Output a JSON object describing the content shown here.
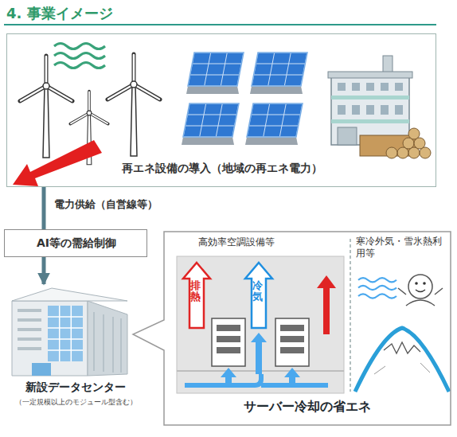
{
  "diagram": {
    "title": "4. 事業イメージ",
    "nodes": [
      {
        "text": [
          "再エネ設備の導入（地域の再エネ電力）"
        ]
      },
      {
        "text": [
          "AI等の需給制御"
        ]
      },
      {
        "text": [
          "新設データセンター",
          "（一定規模以上のモジュール型含む）"
        ]
      },
      {
        "text": [
          "高効率空調設備等",
          "寒冷外気・雪氷熱利用等",
          "サーバー冷却の省エネ"
        ]
      }
    ],
    "edges": [
      {
        "from": 0,
        "to": 1,
        "label": "電力供給（自営線等）",
        "arrow": "none"
      },
      {
        "from": 1,
        "to": 2,
        "arrow": "to"
      }
    ],
    "labels": [
      "排熱",
      "冷気"
    ]
  }
}
